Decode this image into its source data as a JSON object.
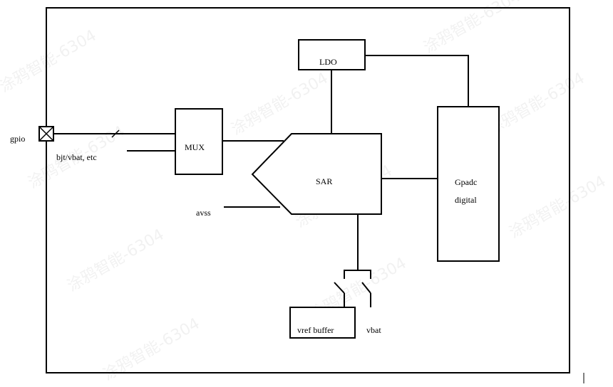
{
  "labels": {
    "gpio": "gpio",
    "bjt": "bjt/vbat, etc",
    "mux": "MUX",
    "ldo": "LDO",
    "sar": "SAR",
    "gpadc_line1": "Gpadc",
    "gpadc_line2": "digital",
    "avss": "avss",
    "vref_buffer": "vref buffer",
    "vbat": "vbat"
  },
  "watermark": "涂鸦智能-6304"
}
